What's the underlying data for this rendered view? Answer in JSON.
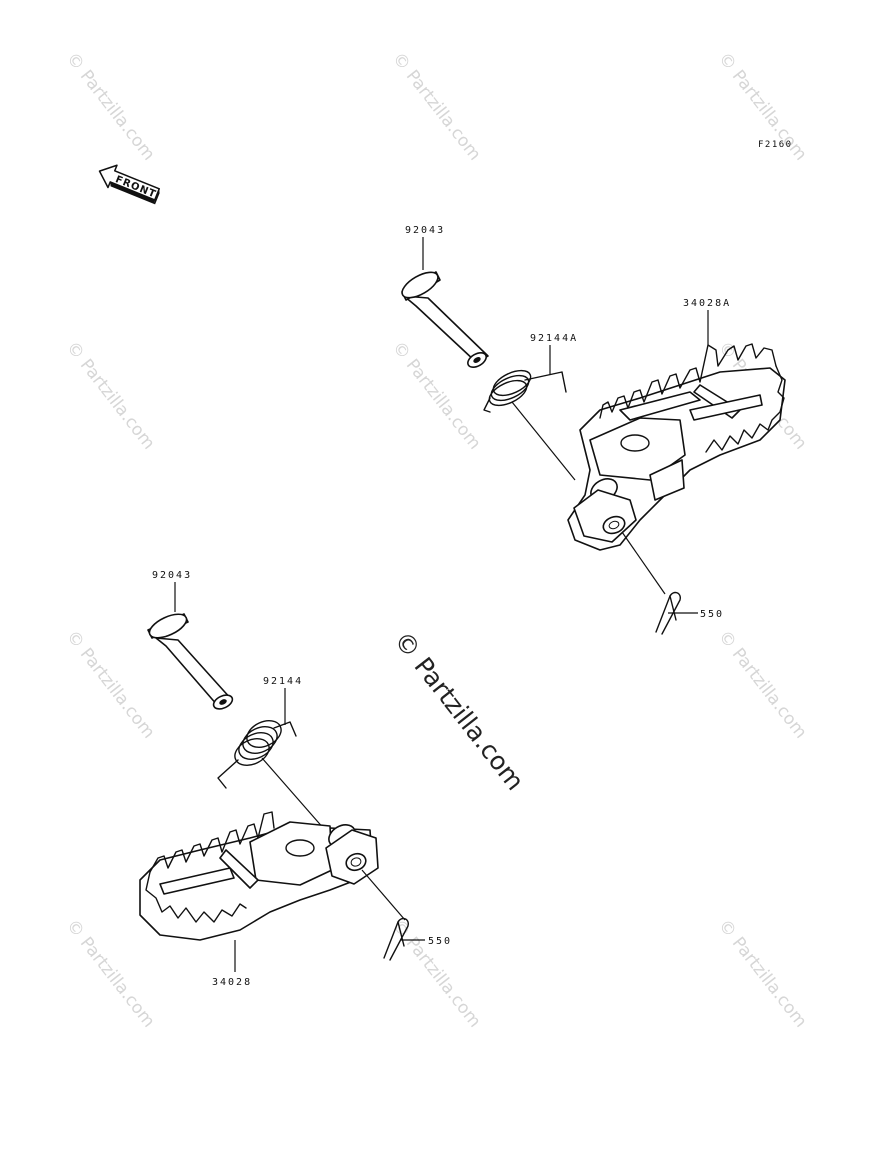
{
  "diagram": {
    "code": "F2160",
    "front_label": "FRONT",
    "watermark_center": "© Partzilla.com",
    "watermark_tile": "© Partzilla.com",
    "callouts": {
      "pin_upper": "92043",
      "spring_upper": "92144A",
      "footpeg_upper": "34028A",
      "cotter_upper": "550",
      "pin_lower": "92043",
      "spring_lower": "92144",
      "footpeg_lower": "34028",
      "cotter_lower": "550"
    }
  }
}
